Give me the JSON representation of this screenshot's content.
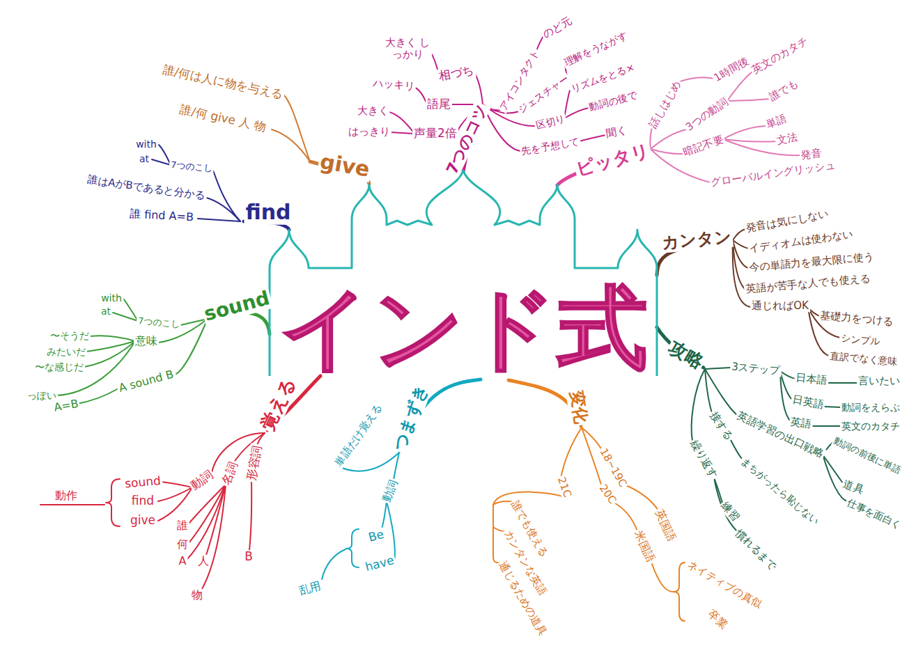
{
  "diagram": {
    "nodes": [
      {
        "text": [
          "インド式"
        ]
      }
    ],
    "labels": [
      "give",
      "誰/何は人に物を与える",
      "誰/何 give 人 物",
      "find",
      "with",
      "at",
      "7つのこし",
      "誰はAがBであると分かる",
      "誰 find A=B",
      "sound",
      "with",
      "at",
      "7つのこし",
      "〜そうだ",
      "みたいだ",
      "〜な感じだ",
      "っぽい",
      "意味",
      "A sound B",
      "A=B",
      "覚える",
      "動詞",
      "sound",
      "find",
      "give",
      "動作",
      "名詞",
      "誰",
      "何",
      "A",
      "人",
      "物",
      "形容詞",
      "B",
      "つまずき",
      "単語だけ覚える",
      "動詞",
      "Be",
      "have",
      "乱用",
      "変化",
      "18~19C",
      "20C",
      "英国語",
      "米国語",
      "21C",
      "誰でも使える",
      "カンタンな英語",
      "通じるための道具",
      "ネイティブの真似",
      "卒業",
      "攻略",
      "3ステップ",
      "日本語",
      "言いたい",
      "日英語",
      "動詞をえらぶ",
      "英語",
      "英文のカタチ",
      "英語学習の出口戦略",
      "道具",
      "仕事を面白く",
      "動詞の前後に単語",
      "接する",
      "まちがったら恥じない",
      "繰り返す",
      "練習",
      "慣れるまで",
      "カンタン",
      "発音は気にしない",
      "イディオムは使わない",
      "今の単語力を最大限に使う",
      "英語が苦手な人でも使える",
      "通じればOK",
      "基礎力をつける",
      "シンプル",
      "直訳でなく意味",
      "ピッタリ",
      "話しはじめ",
      "1時間後",
      "3つの動詞",
      "英文のカタチ",
      "誰でも",
      "暗記不要",
      "単語",
      "文法",
      "発音",
      "グローバルイングリッシュ",
      "7つのコツ",
      "相づち",
      "大きく しっかり",
      "語尾",
      "ハッキリ",
      "声量2倍",
      "大きく",
      "はっきり",
      "アイコンタクト",
      "のど元",
      "ジェスチャー",
      "理解をうながす",
      "区切り",
      "リズムをとる×",
      "動詞の後で",
      "先を予想して",
      "聞く"
    ]
  }
}
